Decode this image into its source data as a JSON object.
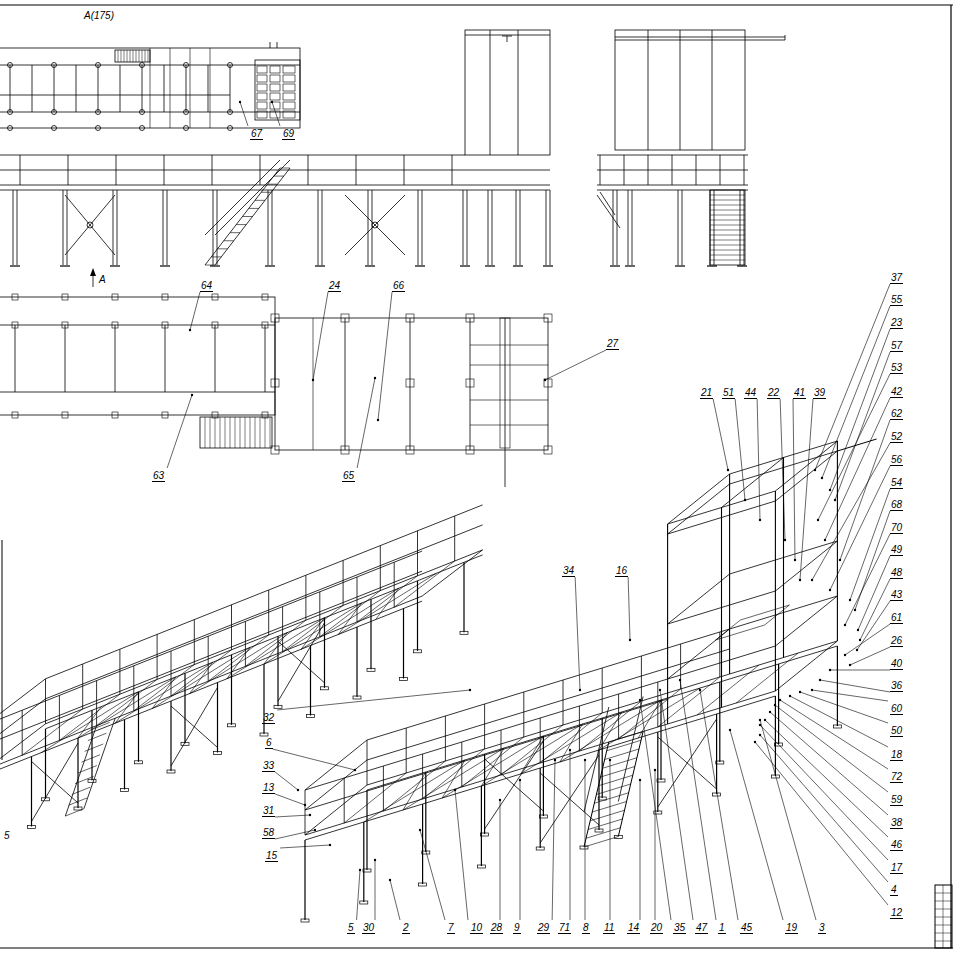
{
  "diagram": {
    "labels": [
      "A(175)",
      "67",
      "69",
      "A",
      "64",
      "24",
      "66",
      "27",
      "63",
      "65",
      "37",
      "55",
      "23",
      "57",
      "53",
      "42",
      "62",
      "52",
      "56",
      "54",
      "68",
      "70",
      "49",
      "48",
      "43",
      "61",
      "26",
      "40",
      "36",
      "60",
      "50",
      "18",
      "72",
      "59",
      "38",
      "46",
      "17",
      "4",
      "12",
      "21",
      "51",
      "44",
      "22",
      "41",
      "39",
      "34",
      "16",
      "32",
      "6",
      "33",
      "13",
      "31",
      "58",
      "15",
      "5",
      "30",
      "2",
      "7",
      "10",
      "28",
      "9",
      "29",
      "71",
      "8",
      "11",
      "14",
      "20",
      "35",
      "47",
      "1",
      "45",
      "19",
      "3",
      "5"
    ]
  }
}
